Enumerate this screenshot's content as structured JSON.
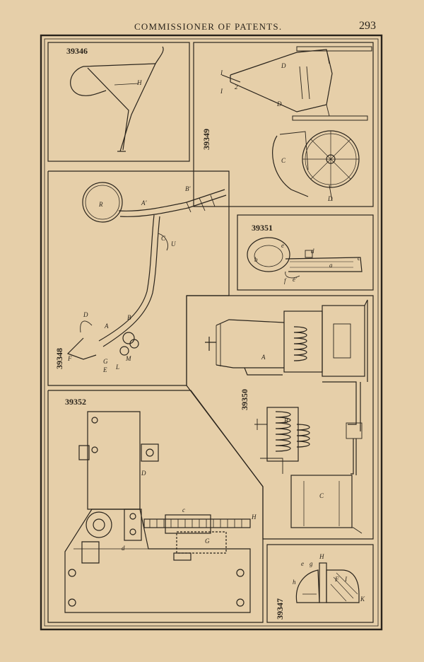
{
  "header": {
    "running_title": "COMMISSIONER OF PATENTS.",
    "page_number": "293"
  },
  "figures": [
    {
      "id": "fig-39346",
      "patent_number": "39346",
      "labels": [
        "H"
      ]
    },
    {
      "id": "fig-39349",
      "patent_number": "39349",
      "labels": [
        "I",
        "I",
        "2",
        "D",
        "D",
        "C",
        "D"
      ]
    },
    {
      "id": "fig-39348",
      "patent_number": "39348",
      "labels": [
        "R",
        "A'",
        "B'",
        "C",
        "U",
        "D",
        "A",
        "B",
        "F",
        "G",
        "E",
        "L",
        "M"
      ]
    },
    {
      "id": "fig-39351",
      "patent_number": "39351",
      "labels": [
        "b",
        "e",
        "d",
        "a",
        "c",
        "f",
        "e'"
      ]
    },
    {
      "id": "fig-39350",
      "patent_number": "39350",
      "labels": [
        "A",
        "B",
        "C"
      ]
    },
    {
      "id": "fig-39352",
      "patent_number": "39352",
      "labels": [
        "D",
        "c",
        "H",
        "G",
        "d"
      ]
    },
    {
      "id": "fig-39347",
      "patent_number": "39347",
      "labels": [
        "e",
        "g",
        "H",
        "h",
        "F",
        "I",
        "K"
      ]
    }
  ]
}
